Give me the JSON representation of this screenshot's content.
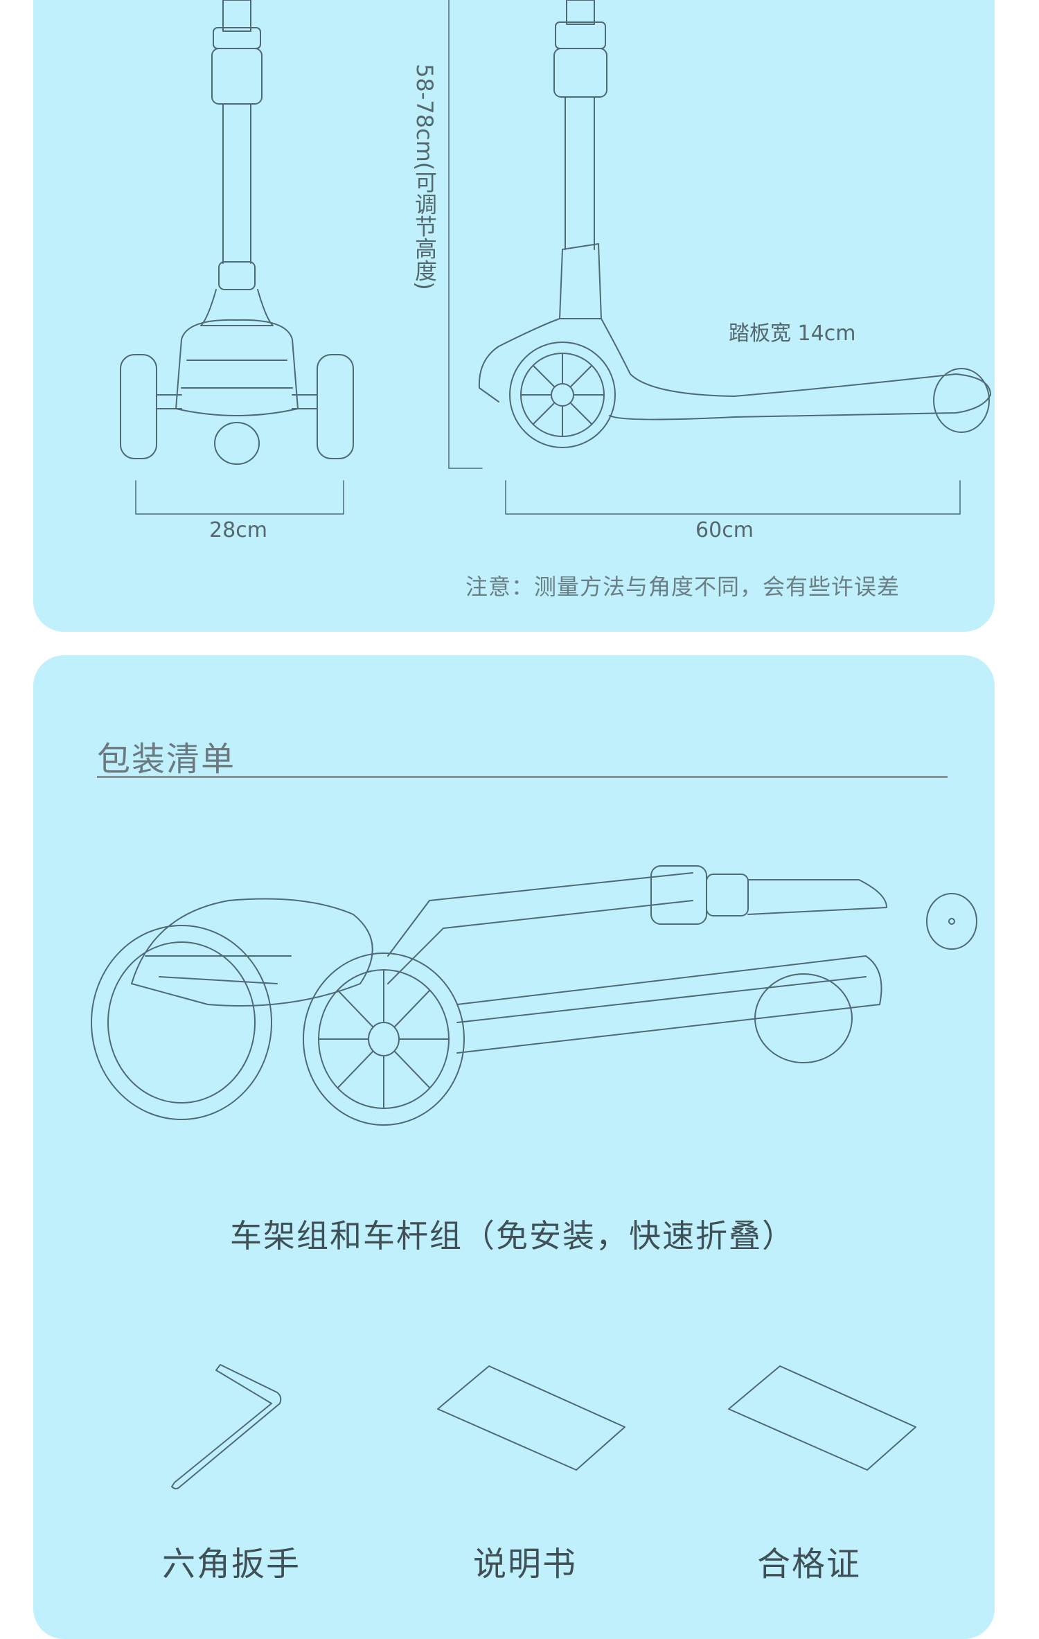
{
  "dimensions": {
    "height_label": "58-78cm(可调节高度)",
    "deck_width_label": "踏板宽 14cm",
    "front_width_label": "28cm",
    "length_label": "60cm",
    "note": "注意：测量方法与角度不同，会有些许误差"
  },
  "package": {
    "title": "包装清单",
    "main_caption": "车架组和车杆组（免安装，快速折叠）",
    "items": [
      {
        "label": "六角扳手",
        "icon": "hex-wrench-icon"
      },
      {
        "label": "说明书",
        "icon": "manual-icon"
      },
      {
        "label": "合格证",
        "icon": "certificate-icon"
      }
    ]
  },
  "colors": {
    "panel": "#bff0fc",
    "line": "#4f6a73",
    "text": "#3f5156"
  }
}
